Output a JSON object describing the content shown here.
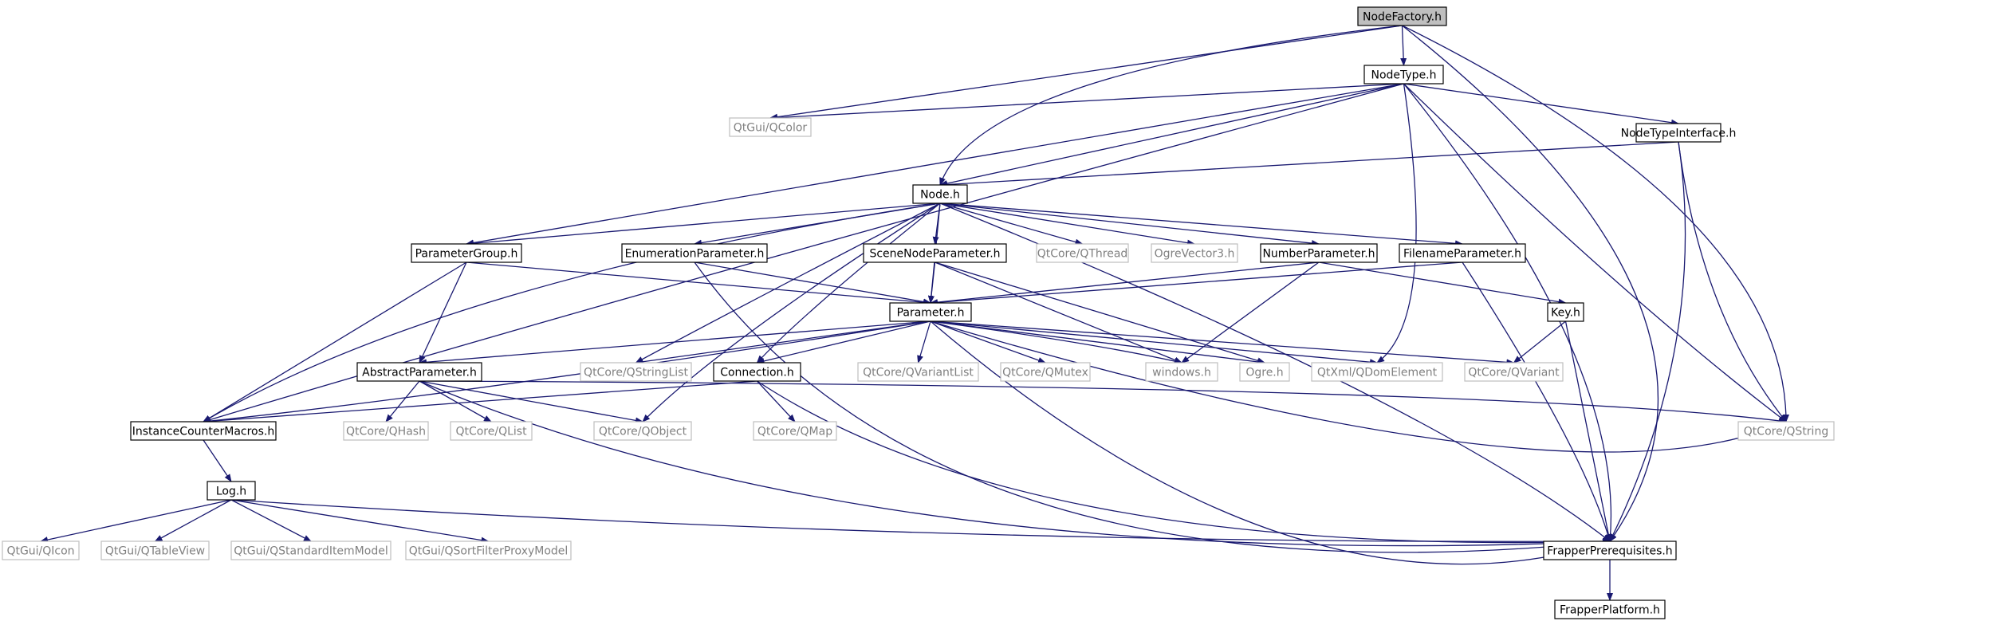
{
  "colors": {
    "edge": "#191970",
    "box_internal": "#000000",
    "box_external": "#bfbfbf",
    "text_internal": "#000000",
    "text_external": "#808080",
    "root_fill": "#bfbfbf"
  },
  "nodes": [
    {
      "id": "nodefactory",
      "label": "NodeFactory.h",
      "kind": "root"
    },
    {
      "id": "nodetype",
      "label": "NodeType.h",
      "kind": "internal"
    },
    {
      "id": "qcolor",
      "label": "QtGui/QColor",
      "kind": "external"
    },
    {
      "id": "nodetypeinterface",
      "label": "NodeTypeInterface.h",
      "kind": "internal"
    },
    {
      "id": "node",
      "label": "Node.h",
      "kind": "internal"
    },
    {
      "id": "parametergroup",
      "label": "ParameterGroup.h",
      "kind": "internal"
    },
    {
      "id": "enumerationparameter",
      "label": "EnumerationParameter.h",
      "kind": "internal"
    },
    {
      "id": "scenenodeparameter",
      "label": "SceneNodeParameter.h",
      "kind": "internal"
    },
    {
      "id": "qthread",
      "label": "QtCore/QThread",
      "kind": "external"
    },
    {
      "id": "ogrevector3",
      "label": "OgreVector3.h",
      "kind": "external"
    },
    {
      "id": "numberparameter",
      "label": "NumberParameter.h",
      "kind": "internal"
    },
    {
      "id": "filenameparameter",
      "label": "FilenameParameter.h",
      "kind": "internal"
    },
    {
      "id": "parameter",
      "label": "Parameter.h",
      "kind": "internal"
    },
    {
      "id": "key",
      "label": "Key.h",
      "kind": "internal"
    },
    {
      "id": "abstractparameter",
      "label": "AbstractParameter.h",
      "kind": "internal"
    },
    {
      "id": "qstringlist",
      "label": "QtCore/QStringList",
      "kind": "external"
    },
    {
      "id": "connection",
      "label": "Connection.h",
      "kind": "internal"
    },
    {
      "id": "qvariantlist",
      "label": "QtCore/QVariantList",
      "kind": "external"
    },
    {
      "id": "qmutex",
      "label": "QtCore/QMutex",
      "kind": "external"
    },
    {
      "id": "windows",
      "label": "windows.h",
      "kind": "external"
    },
    {
      "id": "ogre",
      "label": "Ogre.h",
      "kind": "external"
    },
    {
      "id": "qdomelement",
      "label": "QtXml/QDomElement",
      "kind": "external"
    },
    {
      "id": "qvariant",
      "label": "QtCore/QVariant",
      "kind": "external"
    },
    {
      "id": "instancecountermacros",
      "label": "InstanceCounterMacros.h",
      "kind": "internal"
    },
    {
      "id": "qhash",
      "label": "QtCore/QHash",
      "kind": "external"
    },
    {
      "id": "qlist",
      "label": "QtCore/QList",
      "kind": "external"
    },
    {
      "id": "qobject",
      "label": "QtCore/QObject",
      "kind": "external"
    },
    {
      "id": "qmap",
      "label": "QtCore/QMap",
      "kind": "external"
    },
    {
      "id": "qstring",
      "label": "QtCore/QString",
      "kind": "external"
    },
    {
      "id": "log",
      "label": "Log.h",
      "kind": "internal"
    },
    {
      "id": "qicon",
      "label": "QtGui/QIcon",
      "kind": "external"
    },
    {
      "id": "qtableview",
      "label": "QtGui/QTableView",
      "kind": "external"
    },
    {
      "id": "qstandarditemmodel",
      "label": "QtGui/QStandardItemModel",
      "kind": "external"
    },
    {
      "id": "qsortfilterproxymodel",
      "label": "QtGui/QSortFilterProxyModel",
      "kind": "external"
    },
    {
      "id": "frapperprerequisites",
      "label": "FrapperPrerequisites.h",
      "kind": "internal"
    },
    {
      "id": "frapperplatform",
      "label": "FrapperPlatform.h",
      "kind": "internal"
    }
  ],
  "edges": [
    [
      "nodefactory",
      "nodetype"
    ],
    [
      "nodefactory",
      "qcolor"
    ],
    [
      "nodefactory",
      "node"
    ],
    [
      "nodefactory",
      "qstring"
    ],
    [
      "nodefactory",
      "frapperprerequisites"
    ],
    [
      "nodetype",
      "qcolor"
    ],
    [
      "nodetype",
      "nodetypeinterface"
    ],
    [
      "nodetype",
      "node"
    ],
    [
      "nodetype",
      "parametergroup"
    ],
    [
      "nodetype",
      "instancecountermacros"
    ],
    [
      "nodetype",
      "qdomelement"
    ],
    [
      "nodetype",
      "qstring"
    ],
    [
      "nodetype",
      "frapperprerequisites"
    ],
    [
      "nodetypeinterface",
      "node"
    ],
    [
      "nodetypeinterface",
      "qstring"
    ],
    [
      "nodetypeinterface",
      "frapperprerequisites"
    ],
    [
      "node",
      "parametergroup"
    ],
    [
      "node",
      "enumerationparameter"
    ],
    [
      "node",
      "scenenodeparameter"
    ],
    [
      "node",
      "qthread"
    ],
    [
      "node",
      "ogrevector3"
    ],
    [
      "node",
      "numberparameter"
    ],
    [
      "node",
      "filenameparameter"
    ],
    [
      "node",
      "parameter"
    ],
    [
      "node",
      "qstringlist"
    ],
    [
      "node",
      "connection"
    ],
    [
      "node",
      "qobject"
    ],
    [
      "node",
      "instancecountermacros"
    ],
    [
      "node",
      "frapperprerequisites"
    ],
    [
      "parametergroup",
      "parameter"
    ],
    [
      "parametergroup",
      "abstractparameter"
    ],
    [
      "parametergroup",
      "instancecountermacros"
    ],
    [
      "enumerationparameter",
      "parameter"
    ],
    [
      "enumerationparameter",
      "frapperprerequisites"
    ],
    [
      "scenenodeparameter",
      "parameter"
    ],
    [
      "scenenodeparameter",
      "windows"
    ],
    [
      "scenenodeparameter",
      "ogre"
    ],
    [
      "numberparameter",
      "parameter"
    ],
    [
      "numberparameter",
      "key"
    ],
    [
      "numberparameter",
      "windows"
    ],
    [
      "filenameparameter",
      "parameter"
    ],
    [
      "filenameparameter",
      "frapperprerequisites"
    ],
    [
      "parameter",
      "abstractparameter"
    ],
    [
      "parameter",
      "qstringlist"
    ],
    [
      "parameter",
      "connection"
    ],
    [
      "parameter",
      "qvariantlist"
    ],
    [
      "parameter",
      "qmutex"
    ],
    [
      "parameter",
      "windows"
    ],
    [
      "parameter",
      "ogre"
    ],
    [
      "parameter",
      "qdomelement"
    ],
    [
      "parameter",
      "qvariant"
    ],
    [
      "parameter",
      "instancecountermacros"
    ],
    [
      "parameter",
      "qstring"
    ],
    [
      "parameter",
      "frapperprerequisites"
    ],
    [
      "key",
      "qvariant"
    ],
    [
      "key",
      "frapperprerequisites"
    ],
    [
      "abstractparameter",
      "qhash"
    ],
    [
      "abstractparameter",
      "qlist"
    ],
    [
      "abstractparameter",
      "qobject"
    ],
    [
      "abstractparameter",
      "qstring"
    ],
    [
      "abstractparameter",
      "frapperprerequisites"
    ],
    [
      "connection",
      "qmap"
    ],
    [
      "connection",
      "instancecountermacros"
    ],
    [
      "connection",
      "frapperprerequisites"
    ],
    [
      "instancecountermacros",
      "log"
    ],
    [
      "log",
      "qicon"
    ],
    [
      "log",
      "qtableview"
    ],
    [
      "log",
      "qstandarditemmodel"
    ],
    [
      "log",
      "qsortfilterproxymodel"
    ],
    [
      "log",
      "frapperprerequisites"
    ],
    [
      "frapperprerequisites",
      "frapperplatform"
    ]
  ]
}
